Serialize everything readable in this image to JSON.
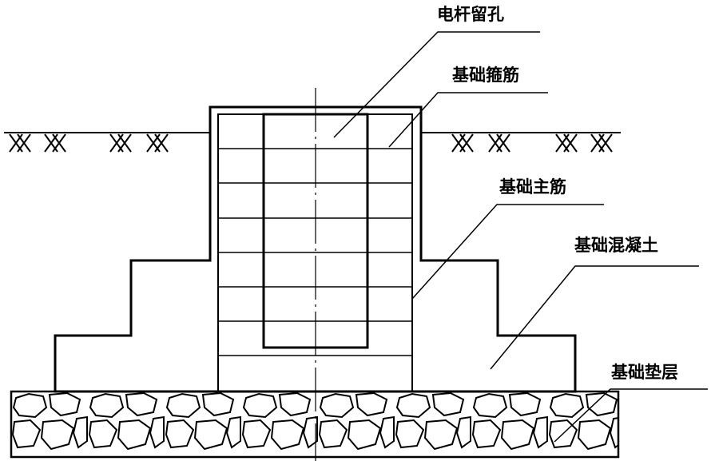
{
  "labels": {
    "pole_hole": "电杆留孔",
    "stirrup": "基础箍筋",
    "main_bar": "基础主筋",
    "concrete": "基础混凝土",
    "cushion": "基础垫层"
  },
  "colors": {
    "line": "#000000",
    "background": "#ffffff"
  }
}
